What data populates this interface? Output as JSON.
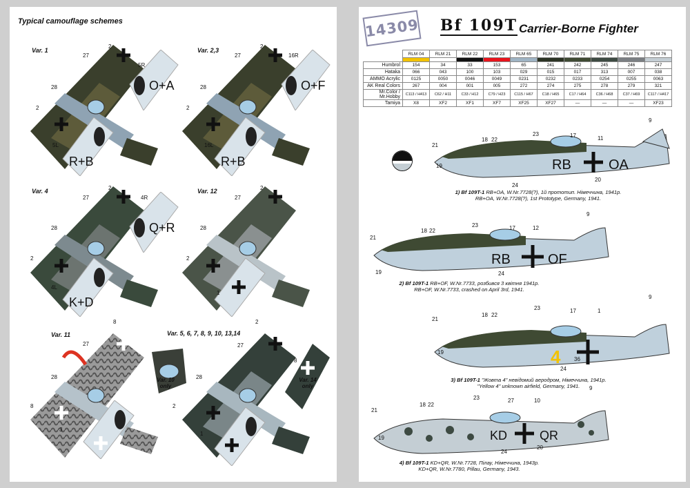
{
  "left_sheet": {
    "heading": "Typical camouflage schemes",
    "variants": [
      {
        "label": "Var. 1",
        "wing_code_top": "O+A",
        "wing_code_bottom": "R+B",
        "callouts": [
          "2",
          "27",
          "5R",
          "28",
          "2",
          "5L"
        ]
      },
      {
        "label": "Var. 2,3",
        "wing_code_top": "O+F",
        "wing_code_bottom": "R+B",
        "callouts": [
          "2",
          "27",
          "16R",
          "28",
          "2",
          "16L"
        ]
      },
      {
        "label": "Var. 4",
        "wing_code_top": "Q+R",
        "wing_code_bottom": "K+D",
        "callouts": [
          "2",
          "27",
          "4R",
          "28",
          "2",
          "4L"
        ]
      },
      {
        "label": "Var. 12",
        "callouts": [
          "2",
          "27",
          "28",
          "2",
          "1"
        ]
      },
      {
        "label": "Var. 11",
        "callouts": [
          "8",
          "27",
          "28",
          "8",
          "3"
        ]
      },
      {
        "label": "Var. 5, 6, 7, 8, 9, 10, 13,14",
        "callouts": [
          "2",
          "27",
          "28",
          "2",
          "1"
        ]
      },
      {
        "label": "Var. 10 only"
      },
      {
        "label": "Var. 14 only",
        "callouts": [
          "8"
        ]
      }
    ]
  },
  "right_sheet": {
    "stamp": "14309",
    "model_logo": "Bf 109T",
    "subtitle": "Carrier-Borne Fighter",
    "paint_table": {
      "columns": [
        "RLM 04",
        "RLM 21",
        "RLM 22",
        "RLM 23",
        "RLM 65",
        "RLM 70",
        "RLM 71",
        "RLM 74",
        "RLM 75",
        "RLM 76"
      ],
      "swatches": [
        "#f2c200",
        "#ffffff",
        "#111111",
        "#e8141c",
        "#9fb4c4",
        "#2c3324",
        "#3f4a33",
        "#3d4a42",
        "#7b7f83",
        "#c4ced4"
      ],
      "rows": [
        {
          "label": "Humbrol",
          "values": [
            "154",
            "34",
            "33",
            "153",
            "65",
            "241",
            "242",
            "245",
            "246",
            "247"
          ]
        },
        {
          "label": "Hataka",
          "values": [
            "066",
            "043",
            "100",
            "103",
            "029",
            "015",
            "017",
            "313",
            "007",
            "038"
          ]
        },
        {
          "label": "AMMO Acrylic",
          "values": [
            "0125",
            "0050",
            "0046",
            "0049",
            "0231",
            "0232",
            "0233",
            "0254",
            "0255",
            "0063"
          ]
        },
        {
          "label": "AK Real Colors",
          "values": [
            "267",
            "004",
            "001",
            "005",
            "272",
            "274",
            "275",
            "278",
            "279",
            "321"
          ]
        },
        {
          "label": "Mr.Color / Mr.Hobby",
          "values": [
            "C113 / H413",
            "C62 / H11",
            "C33 / H12",
            "C79 / H23",
            "C115 / H67",
            "C18 / H65",
            "C17 / H64",
            "C36 / H68",
            "C37 / H69",
            "C117 / H417"
          ]
        },
        {
          "label": "Tamiya",
          "values": [
            "X8",
            "XF2",
            "XF1",
            "XF7",
            "XF25",
            "XF27",
            "—",
            "—",
            "—",
            "XF23"
          ]
        }
      ]
    },
    "profiles": [
      {
        "code_left": "RB",
        "code_right": "OA",
        "caption_line1_bold": "1) Bf 109T-1",
        "caption_line1": " RB+OA, W.Nr.7728(?), 1й прототип. Німеччина, 1941р.",
        "caption_line2": "RB+OA, W.Nr.7728(?), 1st Prototype, Germany, 1941.",
        "callouts": [
          "21",
          "18",
          "22",
          "23",
          "17",
          "11",
          "9",
          "19",
          "24",
          "20"
        ]
      },
      {
        "code_left": "RB",
        "code_right": "OF",
        "caption_line1_bold": "2) Bf 109T-1",
        "caption_line1": " RB+OF, W.Nr.7733, розбився 3 квітня 1941р.",
        "caption_line2": "RB+OF, W.Nr.7733, crashed on April 3rd, 1941.",
        "callouts": [
          "21",
          "18",
          "22",
          "23",
          "17",
          "12",
          "9",
          "19",
          "24"
        ]
      },
      {
        "code_left": "4",
        "code_right": "",
        "caption_line1_bold": "3) Bf 109T-1",
        "caption_line1": " \"Жовта 4\" невідомий аеродром, Німеччина, 1941р.",
        "caption_line2": "\"Yellow 4\" unknown airfield, Germany, 1941.",
        "callouts": [
          "21",
          "18",
          "22",
          "23",
          "17",
          "1",
          "9",
          "19",
          "24",
          "36"
        ]
      },
      {
        "code_left": "KD",
        "code_right": "QR",
        "caption_line1_bold": "4) Bf 109T-1",
        "caption_line1": " KD+QR, W.Nr.7728, Пілау, Німеччина, 1943р.",
        "caption_line2": "KD+QR, W.Nr.7780, Pillau, Germany, 1943.",
        "callouts": [
          "21",
          "18",
          "22",
          "23",
          "27",
          "10",
          "9",
          "19",
          "24",
          "20"
        ]
      }
    ]
  }
}
